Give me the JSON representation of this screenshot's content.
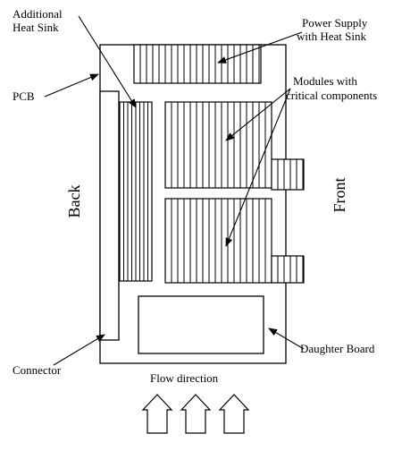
{
  "labels": {
    "additional_heat_sink_line1": "Additional",
    "additional_heat_sink_line2": "Heat Sink",
    "power_supply_line1": "Power Supply",
    "power_supply_line2": "with Heat Sink",
    "pcb": "PCB",
    "modules_line1": "Modules with",
    "modules_line2": "critical components",
    "back": "Back",
    "front": "Front",
    "connector": "Connector",
    "daughter_board": "Daughter Board",
    "flow_direction": "Flow direction"
  },
  "colors": {
    "line": "#000000",
    "background": "#ffffff"
  }
}
